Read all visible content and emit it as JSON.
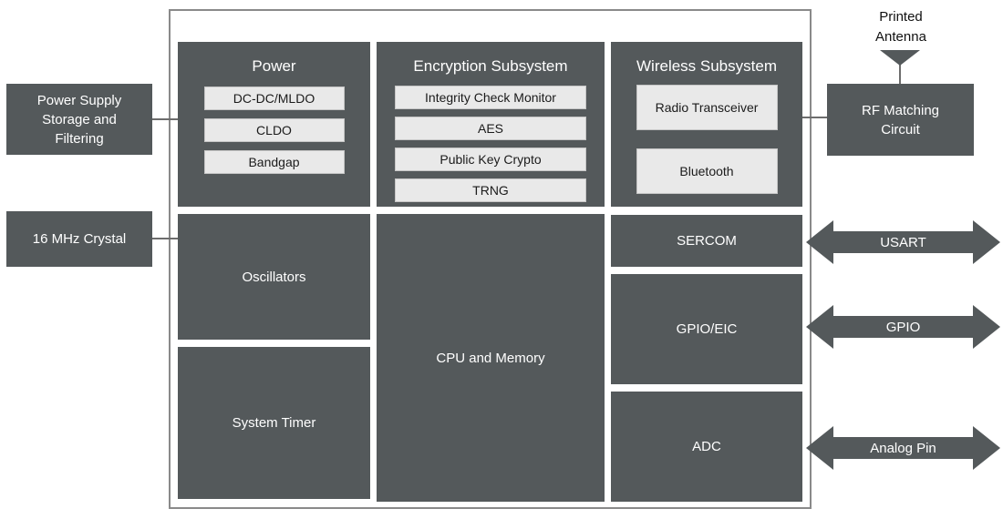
{
  "colors": {
    "block_gray": "#54595b",
    "item_gray": "#e9e9e9",
    "outline_gray": "#8a8a8a",
    "background": "#ffffff"
  },
  "columns": {
    "power": {
      "title": "Power",
      "items": [
        "DC-DC/MLDO",
        "CLDO",
        "Bandgap"
      ]
    },
    "encryption": {
      "title": "Encryption Subsystem",
      "items": [
        "Integrity Check Monitor",
        "AES",
        "Public Key Crypto",
        "TRNG"
      ]
    },
    "wireless": {
      "title": "Wireless Subsystem",
      "items": [
        "Radio Transceiver",
        "Bluetooth"
      ]
    }
  },
  "blocks": {
    "oscillators": "Oscillators",
    "system_timer": "System Timer",
    "cpu_memory": "CPU and Memory",
    "sercom": "SERCOM",
    "gpio_eic": "GPIO/EIC",
    "adc": "ADC"
  },
  "external": {
    "power_supply": "Power Supply Storage and Filtering",
    "crystal": "16 MHz Crystal",
    "rf_matching": "RF Matching Circuit",
    "printed_antenna": "Printed Antenna"
  },
  "arrows": [
    {
      "label": "USART"
    },
    {
      "label": "GPIO"
    },
    {
      "label": "Analog Pin"
    }
  ]
}
